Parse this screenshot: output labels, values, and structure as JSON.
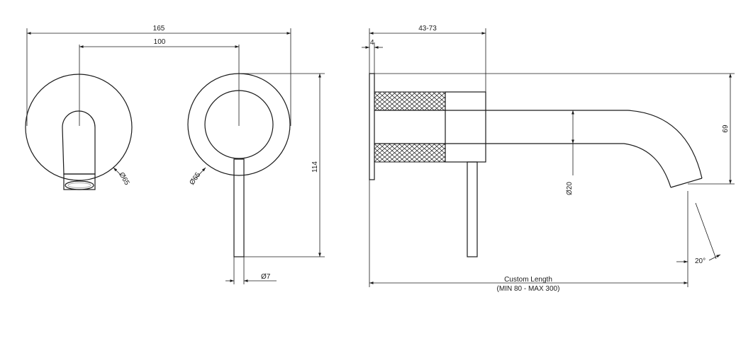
{
  "dimensions": {
    "overall_width": "165",
    "center_distance": "100",
    "spout_plate_dia": "Ø65",
    "handle_plate_dia": "Ø65",
    "height": "114",
    "lever_dia": "Ø7",
    "depth_range": "43-73",
    "plate_thickness": "4",
    "spout_height": "69",
    "spout_dia": "Ø20",
    "angle": "20°",
    "length_label": "Custom Length",
    "length_range": "(MIN 80 - MAX 300)"
  }
}
